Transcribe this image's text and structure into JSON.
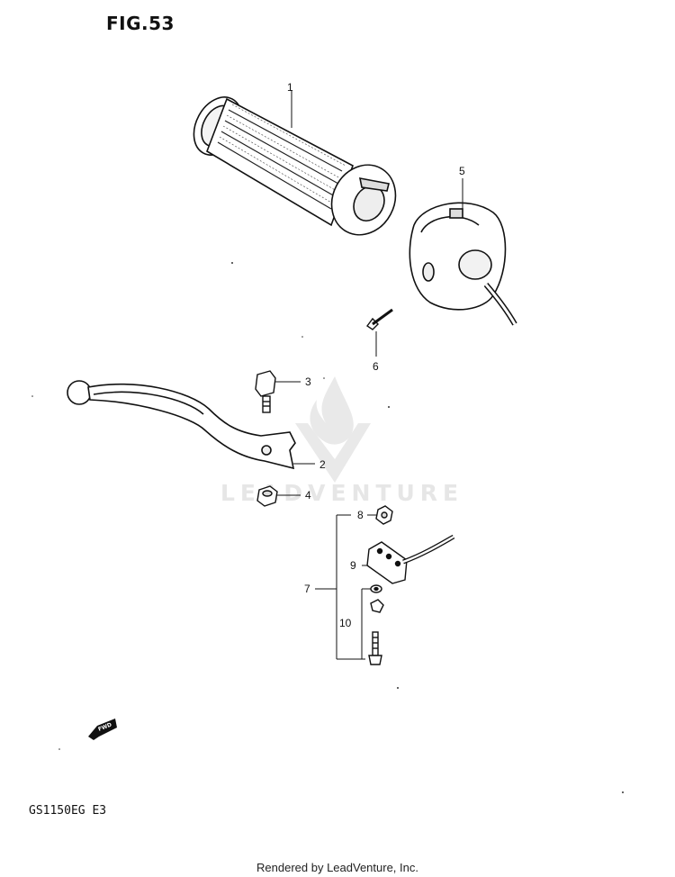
{
  "figure": {
    "title": "FIG.53",
    "model_code": "GS1150EG E3",
    "footer": "Rendered by LeadVenture, Inc.",
    "watermark": "LEADVENTURE"
  },
  "callouts": {
    "c1": "1",
    "c2": "2",
    "c3": "3",
    "c4": "4",
    "c5": "5",
    "c6": "6",
    "c7": "7",
    "c8": "8",
    "c9": "9",
    "c10": "10"
  },
  "fwd_label": "FWD"
}
